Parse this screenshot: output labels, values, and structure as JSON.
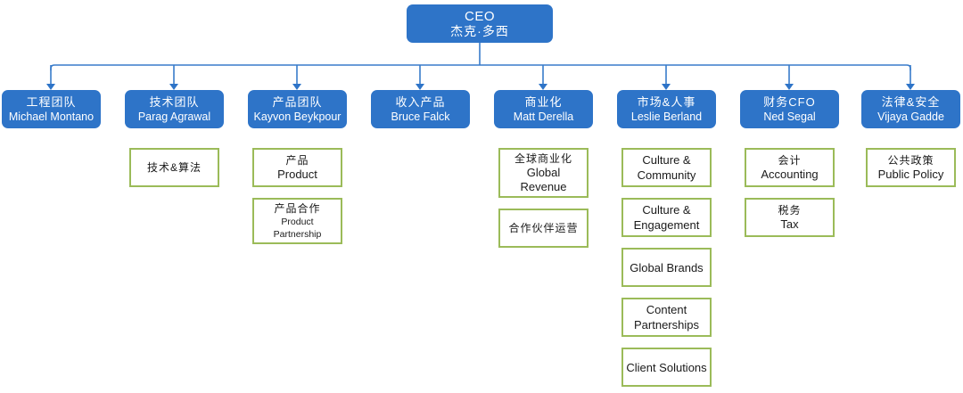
{
  "chart": {
    "type": "org-chart",
    "root": {
      "title": "CEO",
      "name": "杰克·多西"
    },
    "accent_colors": {
      "node_blue": "#2E74C8",
      "node_blue_text": "#FFFFFF",
      "sub_border_green": "#9BBB59",
      "connector_blue": "#2E74C8",
      "background": "#FFFFFF"
    },
    "departments": [
      {
        "cn": "工程团队",
        "en": "Michael Montano",
        "children": []
      },
      {
        "cn": "技术团队",
        "en": "Parag Agrawal",
        "children": [
          {
            "cn": "技术&算法",
            "en": ""
          }
        ]
      },
      {
        "cn": "产品团队",
        "en": "Kayvon Beykpour",
        "children": [
          {
            "cn": "产品",
            "en": "Product"
          },
          {
            "cn": "产品合作",
            "en": "Product Partnership"
          }
        ]
      },
      {
        "cn": "收入产品",
        "en": "Bruce Falck",
        "children": []
      },
      {
        "cn": "商业化",
        "en": "Matt Derella",
        "children": [
          {
            "cn": "全球商业化",
            "en": "Global Revenue"
          },
          {
            "cn": "合作伙伴运营",
            "en": ""
          }
        ]
      },
      {
        "cn": "市场&人事",
        "en": "Leslie Berland",
        "children": [
          {
            "cn": "",
            "en": "Culture & Community"
          },
          {
            "cn": "",
            "en": "Culture & Engagement"
          },
          {
            "cn": "",
            "en": "Global Brands"
          },
          {
            "cn": "",
            "en": "Content Partnerships"
          },
          {
            "cn": "",
            "en": "Client Solutions"
          }
        ]
      },
      {
        "cn": "财务CFO",
        "en": "Ned Segal",
        "children": [
          {
            "cn": "会计",
            "en": "Accounting"
          },
          {
            "cn": "税务",
            "en": "Tax"
          }
        ]
      },
      {
        "cn": "法律&安全",
        "en": "Vijaya Gadde",
        "children": [
          {
            "cn": "公共政策",
            "en": "Public Policy"
          }
        ]
      }
    ]
  }
}
